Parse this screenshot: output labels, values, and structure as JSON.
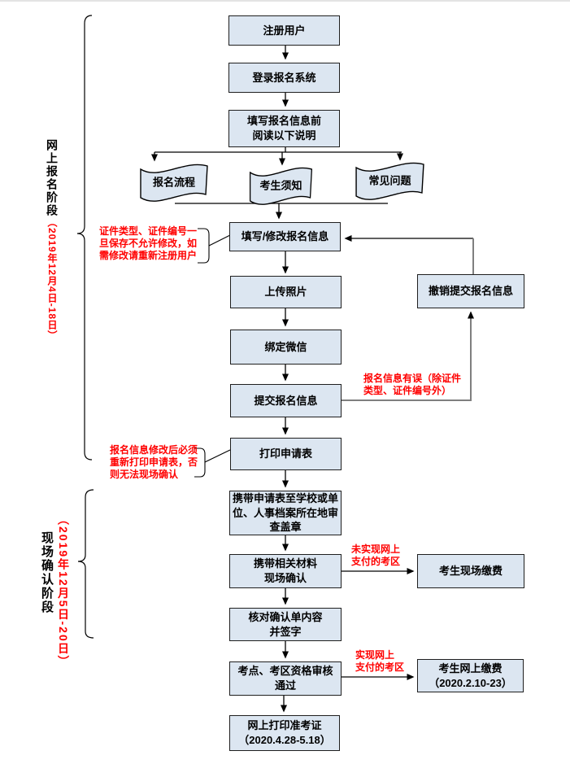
{
  "colors": {
    "box_fill": "#dce6f1",
    "box_border": "#1f1f1f",
    "connector_black": "#000000",
    "connector_gray": "#7f7f7f",
    "annotation_red": "#ff0000"
  },
  "stages": [
    {
      "label": "网上报名阶段",
      "date": "（2019年12月4日-18日）"
    },
    {
      "label": "现场确认阶段",
      "date": "（2019年12月5日-20日）"
    }
  ],
  "documents": [
    {
      "label": "报名流程"
    },
    {
      "label": "考生须知"
    },
    {
      "label": "常见问题"
    }
  ],
  "nodes": {
    "register": {
      "label": "注册用户"
    },
    "login": {
      "label": "登录报名系统"
    },
    "read_notice": {
      "label": "填写报名信息前\n阅读以下说明"
    },
    "fill_modify": {
      "label": "填写/修改报名信息"
    },
    "upload_photo": {
      "label": "上传照片"
    },
    "bind_wechat": {
      "label": "绑定微信"
    },
    "submit_info": {
      "label": "提交报名信息"
    },
    "cancel_submit": {
      "label": "撤销提交报名信息"
    },
    "print_form": {
      "label": "打印申请表"
    },
    "stamp_review": {
      "label": "携带申请表至学校或单\n位、人事档案所在地审\n查盖章"
    },
    "onsite_confirm": {
      "label": "携带相关材料\n现场确认"
    },
    "onsite_pay": {
      "label": "考生现场缴费"
    },
    "check_sign": {
      "label": "核对确认单内容\n并签字"
    },
    "qualification_pass": {
      "label": "考点、考区资格审核\n通过"
    },
    "online_pay": {
      "label": "考生网上缴费\n（2020.2.10-23）"
    },
    "print_ticket": {
      "label": "网上打印准考证\n（2020.4.28-5.18）"
    }
  },
  "annotations": {
    "id_no_modify": {
      "text": "证件类型、证件编号一\n旦保存不允许修改，如\n需修改请重新注册用户"
    },
    "info_error": {
      "text": "报名信息有误（除证件\n类型、证件编号外）"
    },
    "reprint_form": {
      "text": "报名信息修改后必须\n重新打印申请表，否\n则无法现场确认"
    },
    "no_online_payment": {
      "text": "未实现网上\n支付的考区"
    },
    "online_payment": {
      "text": "实现网上\n支付的考区"
    }
  }
}
